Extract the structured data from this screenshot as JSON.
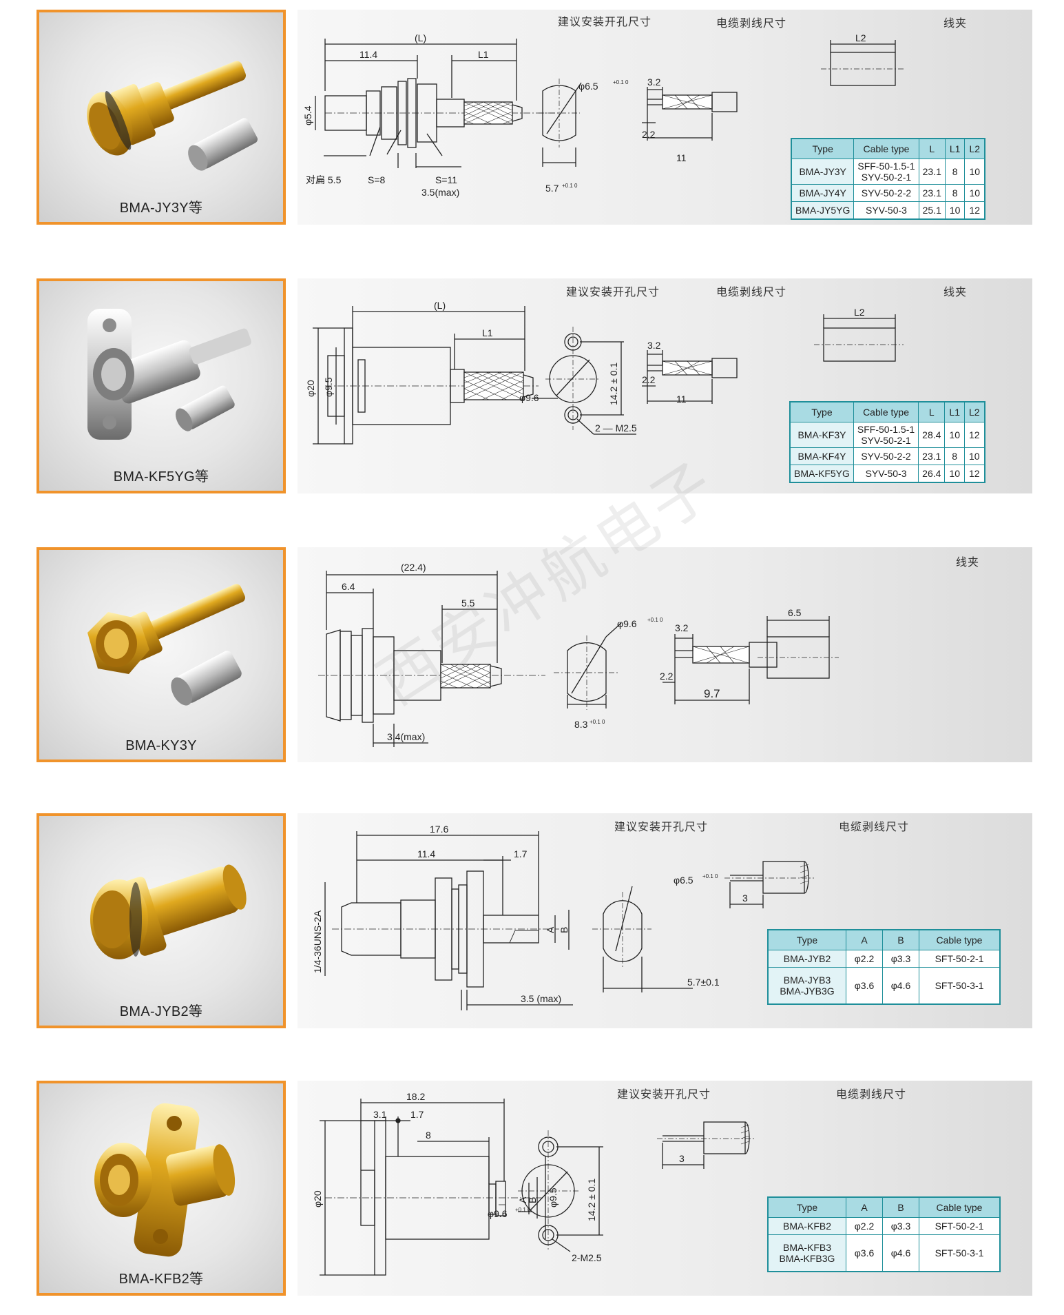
{
  "watermark": "西安冲航电子",
  "row1": {
    "caption": "BMA-JY3Y等",
    "labels": {
      "hole": "建议安装开孔尺寸",
      "strip": "电缆剥线尺寸",
      "clamp": "线夹"
    },
    "dims": {
      "L": "(L)",
      "d114": "11.4",
      "L1": "L1",
      "phi54": "φ5.4",
      "flat": "对扁  5.5",
      "S8": "S=8",
      "S11": "S=11",
      "d35max": "3.5(max)",
      "phi65": "φ6.5",
      "tol65": "+0.1 0",
      "d57": "5.7",
      "tol57": "+0.1 0",
      "s32": "3.2",
      "s22": "2.2",
      "s11": "11",
      "L2": "L2"
    },
    "table": {
      "headers": [
        "Type",
        "Cable type",
        "L",
        "L1",
        "L2"
      ],
      "rows": [
        {
          "type": "BMA-JY3Y",
          "cable": "SFF-50-1.5-1",
          "cable2": "SYV-50-2-1",
          "L": "23.1",
          "L1": "8",
          "L2": "10"
        },
        {
          "type": "BMA-JY4Y",
          "cable": "SYV-50-2-2",
          "cable2": "",
          "L": "23.1",
          "L1": "8",
          "L2": "10"
        },
        {
          "type": "BMA-JY5YG",
          "cable": "SYV-50-3",
          "cable2": "",
          "L": "25.1",
          "L1": "10",
          "L2": "12"
        }
      ]
    }
  },
  "row2": {
    "caption": "BMA-KF5YG等",
    "labels": {
      "hole": "建议安装开孔尺寸",
      "strip": "电缆剥线尺寸",
      "clamp": "线夹"
    },
    "dims": {
      "L": "(L)",
      "L1": "L1",
      "phi20": "φ20",
      "phi95": "φ9.5",
      "phi96": "φ9.6",
      "d142": "14.2 ± 0.1",
      "m25": "2 — M2.5",
      "s32": "3.2",
      "s22": "2.2",
      "s11": "11",
      "L2": "L2"
    },
    "table": {
      "headers": [
        "Type",
        "Cable type",
        "L",
        "L1",
        "L2"
      ],
      "rows": [
        {
          "type": "BMA-KF3Y",
          "cable": "SFF-50-1.5-1",
          "cable2": "SYV-50-2-1",
          "L": "28.4",
          "L1": "10",
          "L2": "12"
        },
        {
          "type": "BMA-KF4Y",
          "cable": "SYV-50-2-2",
          "cable2": "",
          "L": "23.1",
          "L1": "8",
          "L2": "10"
        },
        {
          "type": "BMA-KF5YG",
          "cable": "SYV-50-3",
          "cable2": "",
          "L": "26.4",
          "L1": "10",
          "L2": "12"
        }
      ]
    }
  },
  "row3": {
    "caption": "BMA-KY3Y",
    "labels": {
      "clamp": "线夹"
    },
    "dims": {
      "d224": "(22.4)",
      "d64": "6.4",
      "d55": "5.5",
      "d34max": "3.4(max)",
      "phi96": "φ9.6",
      "tol96": "+0.1 0",
      "d83": "8.3",
      "tol83": "+0.1 0",
      "s32": "3.2",
      "s22": "2.2",
      "s97": "9.7",
      "c65": "6.5"
    }
  },
  "row4": {
    "caption": "BMA-JYB2等",
    "labels": {
      "hole": "建议安装开孔尺寸",
      "strip": "电缆剥线尺寸"
    },
    "dims": {
      "d176": "17.6",
      "d114": "11.4",
      "d17": "1.7",
      "thread": "1/4-36UNS-2A",
      "A": "A",
      "B": "B",
      "d35max": "3.5 (max)",
      "phi65": "φ6.5",
      "tol65": "+0.1 0",
      "d57": "5.7±0.1",
      "s3": "3"
    },
    "table": {
      "headers": [
        "Type",
        "A",
        "B",
        "Cable type"
      ],
      "rows": [
        {
          "type": "BMA-JYB2",
          "type2": "",
          "A": "φ2.2",
          "B": "φ3.3",
          "cable": "SFT-50-2-1"
        },
        {
          "type": "BMA-JYB3",
          "type2": "BMA-JYB3G",
          "A": "φ3.6",
          "B": "φ4.6",
          "cable": "SFT-50-3-1"
        }
      ]
    }
  },
  "row5": {
    "caption": "BMA-KFB2等",
    "labels": {
      "hole": "建议安装开孔尺寸",
      "strip": "电缆剥线尺寸"
    },
    "dims": {
      "d182": "18.2",
      "d31": "3.1",
      "d17": "1.7",
      "d8": "8",
      "phi20": "φ20",
      "A": "A",
      "B": "B",
      "phi95": "φ9.5",
      "phi96": "φ9.6",
      "tol96": "+0.1 0",
      "d142": "14.2 ± 0.1",
      "m25": "2-M2.5",
      "s3": "3"
    },
    "table": {
      "headers": [
        "Type",
        "A",
        "B",
        "Cable type"
      ],
      "rows": [
        {
          "type": "BMA-KFB2",
          "type2": "",
          "A": "φ2.2",
          "B": "φ3.3",
          "cable": "SFT-50-2-1"
        },
        {
          "type": "BMA-KFB3",
          "type2": "BMA-KFB3G",
          "A": "φ3.6",
          "B": "φ4.6",
          "cable": "SFT-50-3-1"
        }
      ]
    }
  }
}
